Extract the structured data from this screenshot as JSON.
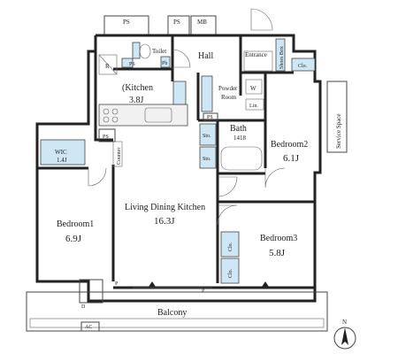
{
  "rooms": {
    "toilet": "Toilet",
    "hall": "Hall",
    "entrance": "Entrance",
    "shoes_box": "Shoes Box",
    "clo_entrance": "Clo.",
    "kitchen_label": "(Kitchen",
    "kitchen_size": "3.8J",
    "refrigerator": "R",
    "powder_room_1": "Powder",
    "powder_room_2": "Room",
    "washer": "W",
    "lin": "Lin.",
    "bath": "Bath",
    "bath_size": "1418",
    "sto1": "Sto.",
    "sto2": "Sto.",
    "bedroom2": "Bedroom2",
    "bedroom2_size": "6.1J",
    "service_space": "Service Space",
    "wic": "WIC",
    "wic_size": "1.4J",
    "counter": "Counter",
    "ldk": "Living Dining Kitchen",
    "ldk_size": "16.3J",
    "bedroom1": "Bedroom1",
    "bedroom1_size": "6.9J",
    "bedroom3": "Bedroom3",
    "bedroom3_size": "5.8J",
    "clo_b3_a": "Clo.",
    "clo_b3_b": "Clo.",
    "balcony": "Balcony"
  },
  "shafts": {
    "ps_top_left": "PS",
    "ps_top_mid": "PS",
    "mb": "MB",
    "ps_toilet": "PS",
    "ps_kitchen": "PS",
    "ps_bath": "PS",
    "p_left": "P",
    "p_right": "P",
    "d": "D",
    "pb": "Pb",
    "ac": "AC"
  },
  "compass": {
    "north": "N"
  }
}
